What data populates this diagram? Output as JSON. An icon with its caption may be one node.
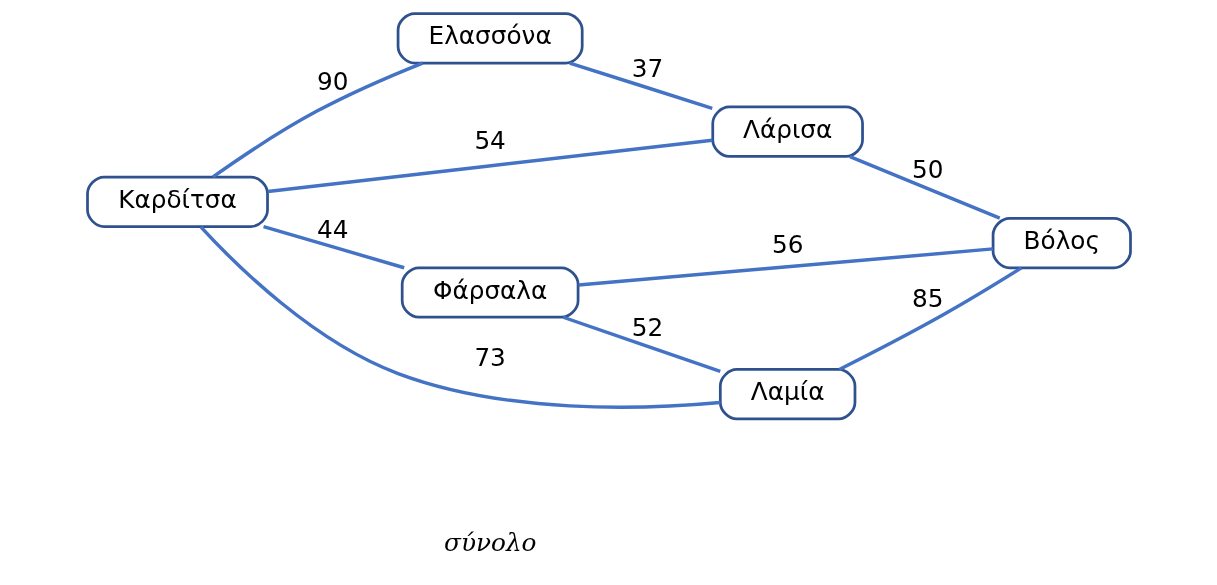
{
  "diagram": {
    "nodes": [
      {
        "text": [
          "Ελασσόνα"
        ]
      },
      {
        "text": [
          "Καρδίτσα"
        ]
      },
      {
        "text": [
          "Λάρισα"
        ]
      },
      {
        "text": [
          "Φάρσαλα"
        ]
      },
      {
        "text": [
          "Βόλος"
        ]
      },
      {
        "text": [
          "Λαμία"
        ]
      }
    ],
    "edges": [
      {
        "from": 1,
        "to": 0,
        "arrow": "none",
        "label": "90"
      },
      {
        "from": 0,
        "to": 2,
        "arrow": "none",
        "label": "37"
      },
      {
        "from": 1,
        "to": 2,
        "arrow": "none",
        "label": "54"
      },
      {
        "from": 2,
        "to": 4,
        "arrow": "none",
        "label": "50"
      },
      {
        "from": 1,
        "to": 3,
        "arrow": "none",
        "label": "44"
      },
      {
        "from": 3,
        "to": 4,
        "arrow": "none",
        "label": "56"
      },
      {
        "from": 1,
        "to": 5,
        "arrow": "none",
        "label": "73"
      },
      {
        "from": 3,
        "to": 5,
        "arrow": "none",
        "label": "52"
      },
      {
        "from": 5,
        "to": 4,
        "arrow": "none",
        "label": "85"
      }
    ],
    "labels": [
      "σύνολο"
    ]
  }
}
